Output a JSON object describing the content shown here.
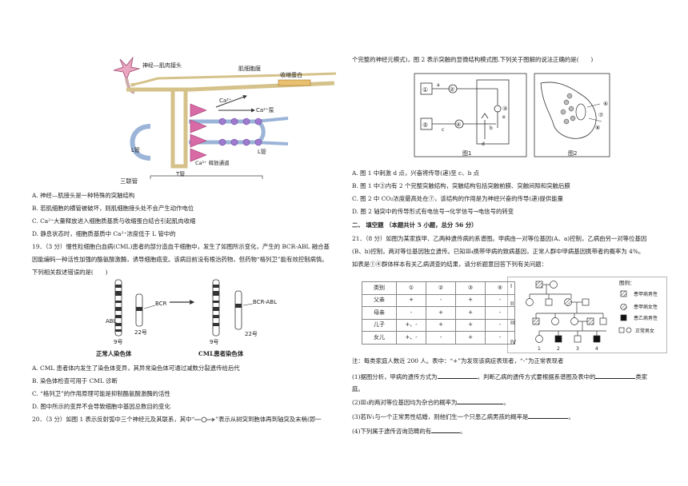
{
  "left": {
    "fig1": {
      "nmj_label": "神经—肌肉接头",
      "membrane_label": "肌细胞膜",
      "contractile_label": "收缩蛋白",
      "ca_label": "Ca²⁺",
      "ca_pump_label": "Ca²⁺泵",
      "ca_release_label": "Ca²⁺ 释放通道",
      "l_tube_label": "L管",
      "t_tube_label": "T管",
      "triad_label": "三联管"
    },
    "q18_options": [
      "A. 神经—肌接头是一种特殊的突触结构",
      "B. 若肌细胞的横管被破坏，则肌细胞接头处不会产生动作电位",
      "C. Ca²⁺大量释放进入细胞质基质与收缩蛋白结合引起肌肉收缩",
      "D. 静息状态时，细胞质基质中 Ca²⁺浓度低于 L 管中的"
    ],
    "q19_stem": [
      "19．（3 分）慢性粒细胞白血病(CML)患者的部分造血干细胞中，发生了如图所示变化，产生的 BCR-ABL 融合基",
      "因能编码一种活性加强的酪氨酸激酶，诱导细胞癌变。该病目前没有根治药物，但药物“格列卫”能有效控制病情。",
      "下列相关叙述错误的是(　　)"
    ],
    "fig2": {
      "bcr": "BCR",
      "abl": "ABL",
      "chr9": "9号",
      "chr22": "22号",
      "bcr_abl": "BCR-ABL",
      "chr9b": "9号",
      "chr22b": "22号",
      "normal_caption": "正常人染色体",
      "cml_caption": "CML患者染色体"
    },
    "q19_options": [
      "A. CML 患者体内发生了染色体变异，其异常染色体可通过减数分裂遗传给后代",
      "B. 染色体检查可用于 CML 诊断",
      "C. “格列卫”的作用原理可能是抑制酪氨酸激酶的活性",
      "D. 图中所示的变异不会导致细胞中基因总数目的变化"
    ],
    "q20_part1": "20．（3 分）如图 1 表示反射弧中三个神经元及其联系，其中“",
    "q20_part2": "”表示从树突到胞体再到轴突及末梢(即一"
  },
  "right": {
    "q20_cont": "个完整的神经元模式)，图 2 表示突触的显微结构模式图.下列关于图解的说法正确的是(　　)",
    "fig3": {
      "n1": "①",
      "n2": "②",
      "n3": "③",
      "n4": "④",
      "n5": "⑤",
      "la": "a",
      "lb": "b",
      "lc": "c",
      "ld": "d",
      "le": "e",
      "caption1": "图1",
      "m6": "⑥",
      "m7": "⑦",
      "m8": "⑧",
      "caption2": "图2"
    },
    "q20_options": [
      "A. 图 1 中刺激 d 点，兴奋将传导(递)至 c、b 点",
      "B. 图 1 中③内有 2 个完整突触结构，突触结构包括突触前膜、突触间隙和突触后膜",
      "C. 图 2 中 CO₂浓度最高处在⑦，该结构的作用是为神经兴奋的传导(递)提供能量",
      "D. 图 2 轴突中的传导形式有电信号→化学信号→电信号的转变"
    ],
    "section_title": "二、 填空题 （本题共计 5 小题，总分 56 分）",
    "q21_stem": [
      "21．（8 分）如图为某家族甲、乙两种遗传病的系谱图。甲病由一对等位基因(A、a)控制，乙病由另一对等位基因",
      "(B、b)控制，两对等位基因独立遗传。已知Ⅲ₄携带甲病的致病基因，正常人群中甲病基因携带者的概率为 4%。",
      "如表是①④群体样本有关乙病调查的结果，请分析题意回答下列有关问题："
    ],
    "table": {
      "header": [
        "类别",
        "①",
        "②",
        "③",
        "④"
      ],
      "rows": [
        [
          "父亲",
          "+",
          "-",
          "+",
          "-"
        ],
        [
          "母亲",
          "-",
          "+",
          "+",
          "-"
        ],
        [
          "儿子",
          "+、-",
          "+",
          "+",
          "-"
        ],
        [
          "女儿",
          "+、-",
          "-",
          "+",
          "-"
        ]
      ]
    },
    "pedigree": {
      "gen": [
        "I",
        "II",
        "III",
        "IV"
      ],
      "legend_title": "图例：",
      "legend": [
        "患甲病男性",
        "患甲病女性",
        "患乙病男性",
        "正常男女"
      ],
      "nums": [
        "1",
        "2",
        "3",
        "4"
      ]
    },
    "note": "注：每类家庭人数近 200 人。表中：“+”为发现该病症表现者，“-”为正常表现者",
    "q_parts": [
      {
        "text": "(1)据图分析，甲病的遗传方式为",
        "mid": "，判断乙病的遗传方式要根据系谱图及表中的",
        "end": "类家"
      },
      {
        "text": "庭。"
      },
      {
        "text": "(2)Ⅲ₃的两对等位基因均为杂合的概率为",
        "end": "。"
      },
      {
        "text": "(3)若Ⅳ₁与一个正常男性结婚，则他们生一个只患乙病男孩的概率是",
        "end": "。"
      },
      {
        "text": "(4)下列属于遗传咨询范畴的有",
        "end": "。"
      }
    ]
  }
}
